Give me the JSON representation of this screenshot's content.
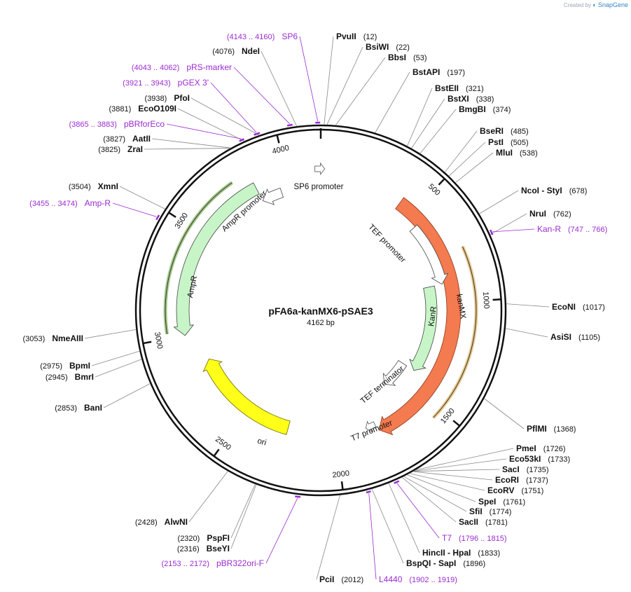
{
  "credit": {
    "prefix": "Created by",
    "brand": "SnapGene"
  },
  "plasmid": {
    "name": "pFA6a-kanMX6-pSAE3",
    "length_label": "4162 bp",
    "length": 4162
  },
  "colors": {
    "backbone": "#111111",
    "enzyme_line": "#888888",
    "primer": "#9a2bd0",
    "kanMX": "#f47a50",
    "kanR": "#c8f5c8",
    "ampR": "#c8f5c8",
    "ori": "#ffff1a",
    "promoter": "#ffffff",
    "terminator": "#ffffff",
    "kanR_band": "#d89c32",
    "ampR_band": "#5a9d28"
  },
  "ticks": [
    {
      "pos": 500,
      "label": "500"
    },
    {
      "pos": 1000,
      "label": "1000"
    },
    {
      "pos": 1500,
      "label": "1500"
    },
    {
      "pos": 2000,
      "label": "2000"
    },
    {
      "pos": 2500,
      "label": "2500"
    },
    {
      "pos": 3000,
      "label": "3000"
    },
    {
      "pos": 3500,
      "label": "3500"
    },
    {
      "pos": 4000,
      "label": "4000"
    }
  ],
  "enzymes": [
    {
      "name": "PvuII",
      "pos": "(12)",
      "bp": 12
    },
    {
      "name": "BsiWI",
      "pos": "(22)",
      "bp": 22
    },
    {
      "name": "BbsI",
      "pos": "(53)",
      "bp": 53
    },
    {
      "name": "BstAPI",
      "pos": "(197)",
      "bp": 197
    },
    {
      "name": "BstEII",
      "pos": "(321)",
      "bp": 321
    },
    {
      "name": "BstXI",
      "pos": "(338)",
      "bp": 338
    },
    {
      "name": "BmgBI",
      "pos": "(374)",
      "bp": 374
    },
    {
      "name": "BseRI",
      "pos": "(485)",
      "bp": 485
    },
    {
      "name": "PstI",
      "pos": "(505)",
      "bp": 505
    },
    {
      "name": "MluI",
      "pos": "(538)",
      "bp": 538
    },
    {
      "name": "NcoI  -  StyI",
      "pos": "(678)",
      "bp": 678
    },
    {
      "name": "NruI",
      "pos": "(762)",
      "bp": 762
    },
    {
      "name": "EcoNI",
      "pos": "(1017)",
      "bp": 1017
    },
    {
      "name": "AsiSI",
      "pos": "(1105)",
      "bp": 1105
    },
    {
      "name": "PflMI",
      "pos": "(1368)",
      "bp": 1368
    },
    {
      "name": "PmeI",
      "pos": "(1726)",
      "bp": 1726
    },
    {
      "name": "Eco53kI",
      "pos": "(1733)",
      "bp": 1733
    },
    {
      "name": "SacI",
      "pos": "(1735)",
      "bp": 1735
    },
    {
      "name": "EcoRI",
      "pos": "(1737)",
      "bp": 1737
    },
    {
      "name": "EcoRV",
      "pos": "(1751)",
      "bp": 1751
    },
    {
      "name": "SpeI",
      "pos": "(1761)",
      "bp": 1761
    },
    {
      "name": "SfiI",
      "pos": "(1774)",
      "bp": 1774
    },
    {
      "name": "SacII",
      "pos": "(1781)",
      "bp": 1781
    },
    {
      "name": "HincII  -  HpaI",
      "pos": "(1833)",
      "bp": 1833
    },
    {
      "name": "BspQI  -  SapI",
      "pos": "(1896)",
      "bp": 1896
    },
    {
      "name": "PciI",
      "pos": "(2012)",
      "bp": 2012
    },
    {
      "name": "BseYI",
      "pos": "(2316)",
      "bp": 2316
    },
    {
      "name": "PspFI",
      "pos": "(2320)",
      "bp": 2320
    },
    {
      "name": "AlwNI",
      "pos": "(2428)",
      "bp": 2428
    },
    {
      "name": "BanI",
      "pos": "(2853)",
      "bp": 2853
    },
    {
      "name": "BmrI",
      "pos": "(2945)",
      "bp": 2945
    },
    {
      "name": "BpmI",
      "pos": "(2975)",
      "bp": 2975
    },
    {
      "name": "NmeAIII",
      "pos": "(3053)",
      "bp": 3053
    },
    {
      "name": "XmnI",
      "pos": "(3504)",
      "bp": 3504
    },
    {
      "name": "ZraI",
      "pos": "(3825)",
      "bp": 3825
    },
    {
      "name": "AatII",
      "pos": "(3827)",
      "bp": 3827
    },
    {
      "name": "EcoO109I",
      "pos": "(3881)",
      "bp": 3881
    },
    {
      "name": "PfoI",
      "pos": "(3938)",
      "bp": 3938
    },
    {
      "name": "NdeI",
      "pos": "(4076)",
      "bp": 4076
    }
  ],
  "primers": [
    {
      "name": "SP6",
      "range": "(4143 .. 4160)",
      "start": 4143,
      "end": 4160
    },
    {
      "name": "pRS-marker",
      "range": "(4043 .. 4062)",
      "start": 4043,
      "end": 4062
    },
    {
      "name": "pGEX 3'",
      "range": "(3921 .. 3943)",
      "start": 3921,
      "end": 3943
    },
    {
      "name": "pBRforEco",
      "range": "(3865 .. 3883)",
      "start": 3865,
      "end": 3883
    },
    {
      "name": "Amp-R",
      "range": "(3455 .. 3474)",
      "start": 3455,
      "end": 3474
    },
    {
      "name": "Kan-R",
      "range": "(747 .. 766)",
      "start": 747,
      "end": 766
    },
    {
      "name": "T7",
      "range": "(1796 .. 1815)",
      "start": 1796,
      "end": 1815
    },
    {
      "name": "L4440",
      "range": "(1902 .. 1919)",
      "start": 1902,
      "end": 1919
    },
    {
      "name": "pBR322ori-F",
      "range": "(2153 .. 2172)",
      "start": 2153,
      "end": 2172
    }
  ],
  "features": [
    {
      "name": "SP6 promoter",
      "type": "promoter",
      "start": 4140,
      "end": 4158
    },
    {
      "name": "kanMX",
      "type": "gene",
      "start": 420,
      "end": 1780
    },
    {
      "name": "TEF promoter",
      "type": "promoter",
      "start": 560,
      "end": 900
    },
    {
      "name": "KanR",
      "type": "cds",
      "start": 900,
      "end": 1420
    },
    {
      "name": "TEF terminator",
      "type": "terminator",
      "start": 1420,
      "end": 1610
    },
    {
      "name": "T7 promoter",
      "type": "promoter",
      "start": 1795,
      "end": 1815
    },
    {
      "name": "ori",
      "type": "origin",
      "start": 2260,
      "end": 2850
    },
    {
      "name": "AmpR",
      "type": "cds",
      "start": 3000,
      "end": 3840
    },
    {
      "name": "AmpR promoter",
      "type": "promoter",
      "start": 3840,
      "end": 3950
    }
  ]
}
